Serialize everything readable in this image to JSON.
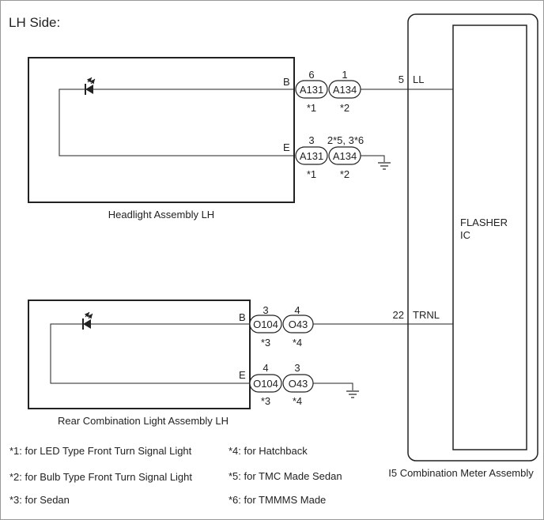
{
  "title": "LH Side:",
  "headlight": {
    "name": "Headlight Assembly LH",
    "term_b": "B",
    "term_e": "E",
    "pins_b": [
      "6",
      "1"
    ],
    "pins_e": [
      "3",
      "2*5, 3*6"
    ],
    "conn_left": "A131",
    "conn_right": "A134",
    "note_left": "*1",
    "note_right": "*2"
  },
  "rear": {
    "name": "Rear Combination Light Assembly LH",
    "term_b": "B",
    "term_e": "E",
    "pins_b": [
      "3",
      "4"
    ],
    "pins_e": [
      "4",
      "3"
    ],
    "conn_left": "O104",
    "conn_right": "O43",
    "note_left": "*3",
    "note_right": "*4"
  },
  "meter": {
    "name": "I5  Combination Meter Assembly",
    "ic_line1": "FLASHER",
    "ic_line2": "IC",
    "pin_ll_num": "5",
    "pin_ll_name": "LL",
    "pin_trnl_num": "22",
    "pin_trnl_name": "TRNL"
  },
  "notes": [
    "*1: for LED Type Front Turn Signal Light",
    "*2: for Bulb Type Front Turn Signal Light",
    "*3: for Sedan",
    "*4: for Hatchback",
    "*5: for TMC Made Sedan",
    "*6: for TMMMS Made"
  ]
}
